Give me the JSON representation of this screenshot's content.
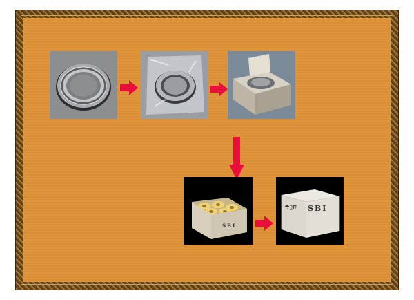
{
  "steps": [
    {
      "name": "bearing"
    },
    {
      "name": "bagged-bearing"
    },
    {
      "name": "boxed-bearing"
    },
    {
      "name": "crate-with-foam"
    },
    {
      "name": "closed-crate"
    }
  ],
  "crate": {
    "brand_label": "SBI",
    "brand_label_small": "SBI"
  },
  "colors": {
    "background": "#dd9238",
    "frame": "#7a5420",
    "arrow": "#e8103a"
  },
  "icons": {
    "fragile": "umbrella-glass-arrows-icon"
  }
}
